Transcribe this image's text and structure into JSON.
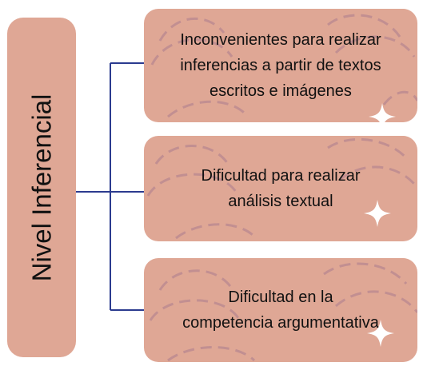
{
  "root": {
    "label": "Nivel Inferencial"
  },
  "children": [
    {
      "lines": [
        "Inconvenientes para realizar",
        "inferencias a partir de textos",
        "escritos e imágenes"
      ]
    },
    {
      "lines": [
        "Dificultad para realizar",
        "análisis textual"
      ]
    },
    {
      "lines": [
        "Dificultad en la",
        "competencia argumentativa"
      ]
    }
  ],
  "colors": {
    "box_fill": "#dfa795",
    "connector": "#2b3b8f",
    "swirl": "#a97c8e",
    "sparkle": "#ffffff"
  }
}
